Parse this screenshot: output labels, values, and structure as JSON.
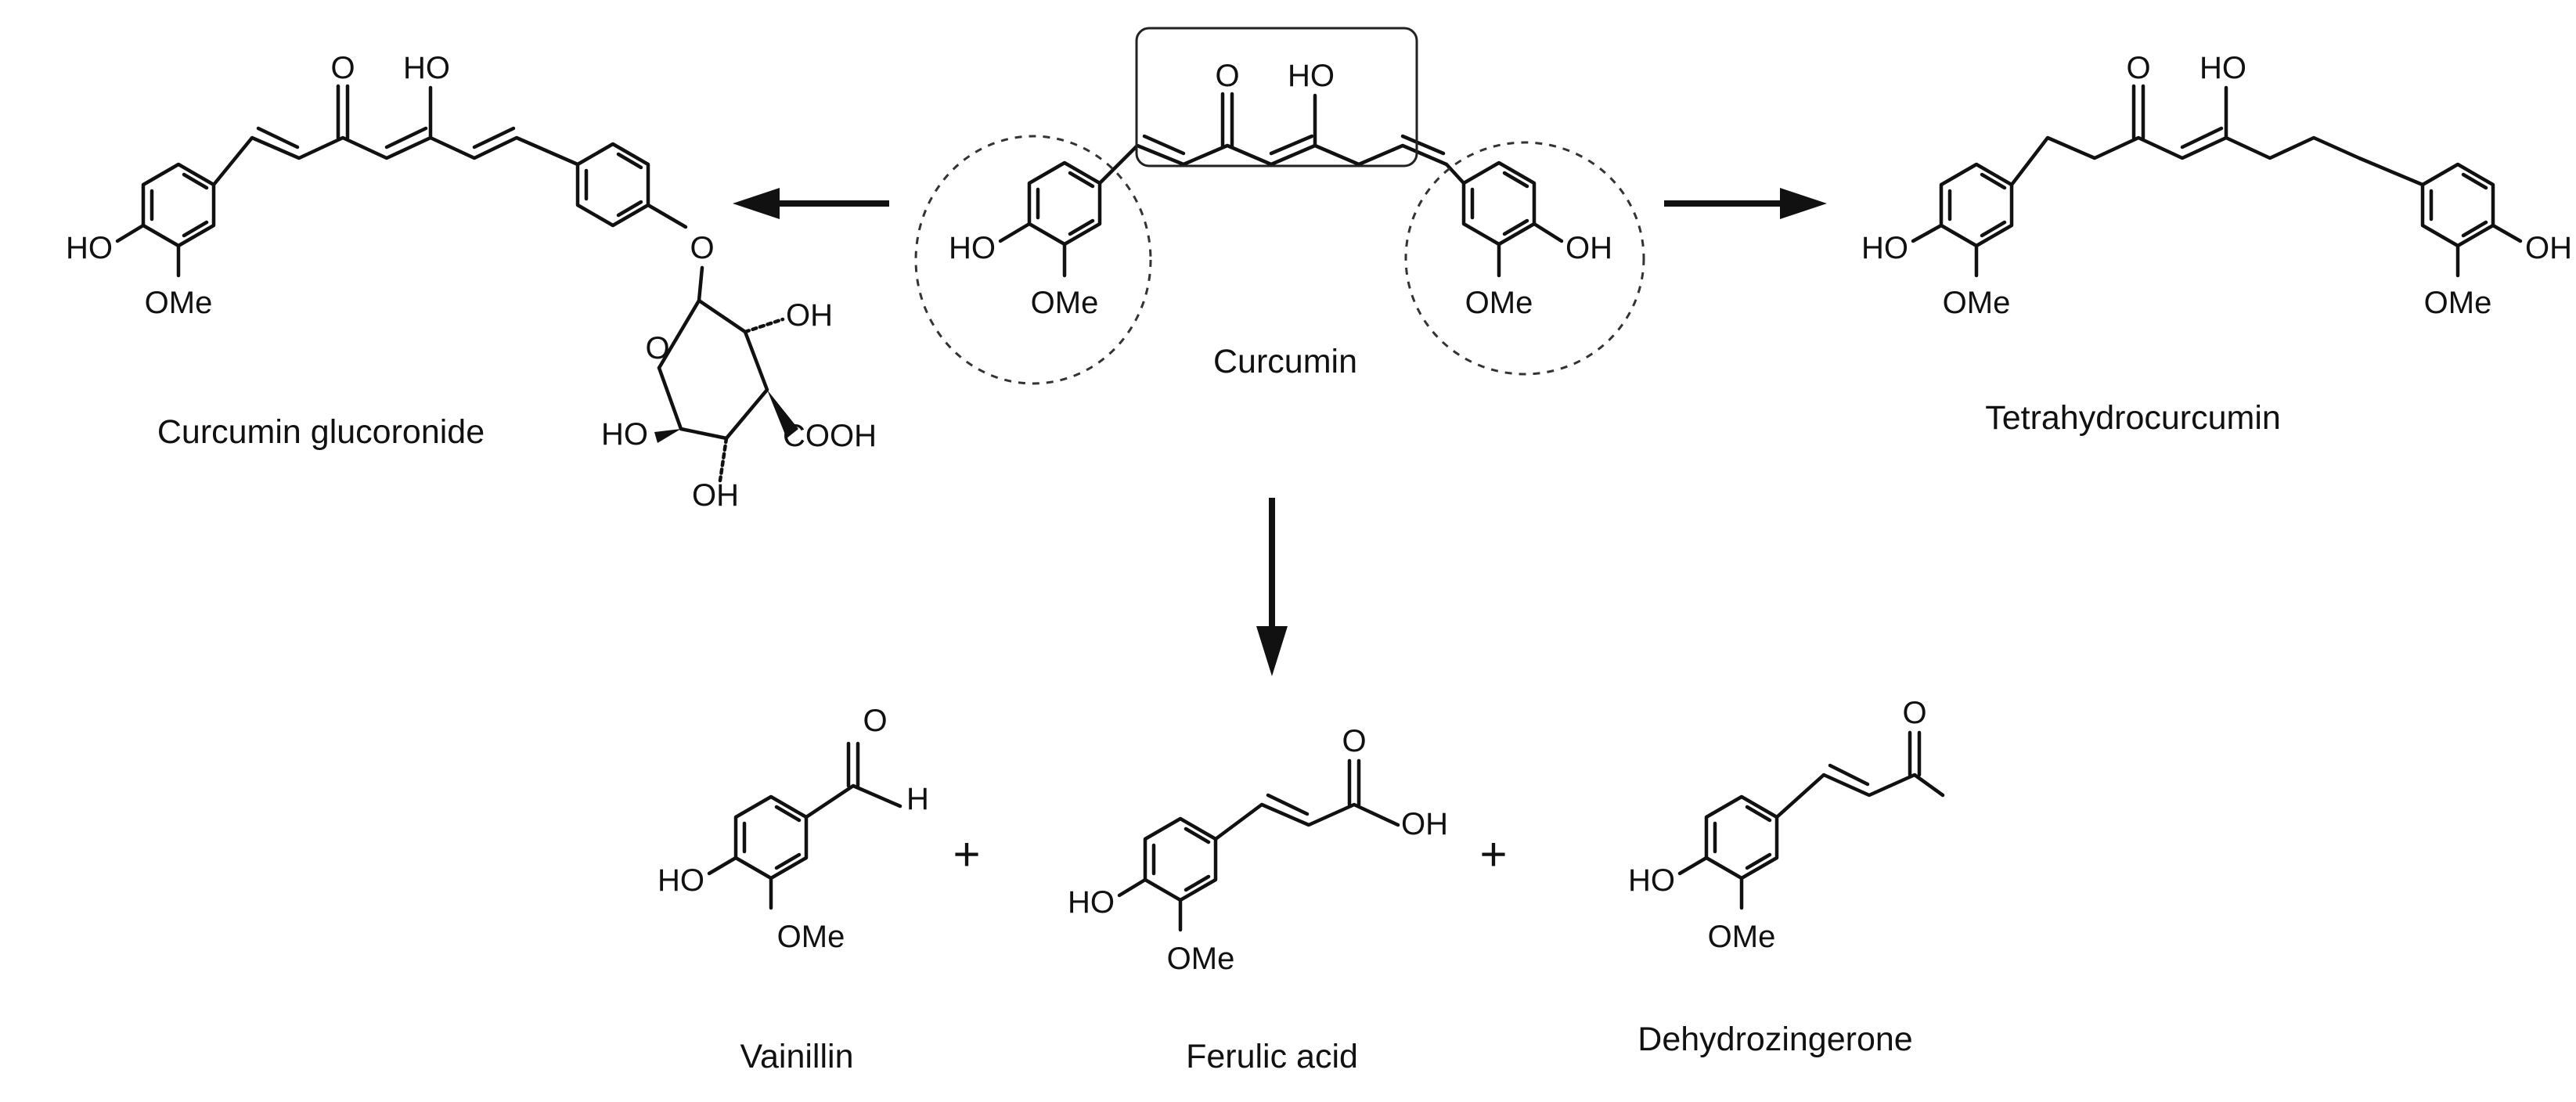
{
  "compounds": {
    "curcumin": {
      "name": "Curcumin",
      "atoms": {
        "keto_o": "O",
        "enol_oh": "HO",
        "left_oh": "HO",
        "left_ome": "OMe",
        "right_oh": "OH",
        "right_ome": "OMe"
      }
    },
    "glucuronide": {
      "name": "Curcumin glucoronide",
      "atoms": {
        "keto_o": "O",
        "enol_oh": "HO",
        "oh": "HO",
        "ome": "OMe",
        "link_o": "O",
        "ring_o": "O",
        "c2_oh": "OH",
        "c5_oh": "HO",
        "c4_oh": "OH",
        "cooh": "COOH"
      }
    },
    "tetrahydrocurcumin": {
      "name": "Tetrahydrocurcumin",
      "atoms": {
        "keto_o": "O",
        "enol_oh": "HO",
        "left_oh": "HO",
        "left_ome": "OMe",
        "right_oh": "OH",
        "right_ome": "OMe"
      }
    },
    "vanillin": {
      "name": "Vainillin",
      "atoms": {
        "o": "O",
        "h": "H",
        "oh": "HO",
        "ome": "OMe"
      }
    },
    "ferulic": {
      "name": "Ferulic acid",
      "atoms": {
        "o": "O",
        "acid_oh": "OH",
        "oh": "HO",
        "ome": "OMe"
      }
    },
    "dehydrozingerone": {
      "name": "Dehydrozingerone",
      "atoms": {
        "o": "O",
        "oh": "HO",
        "ome": "OMe"
      }
    }
  },
  "operators": {
    "plus_1": "+",
    "plus_2": "+"
  }
}
